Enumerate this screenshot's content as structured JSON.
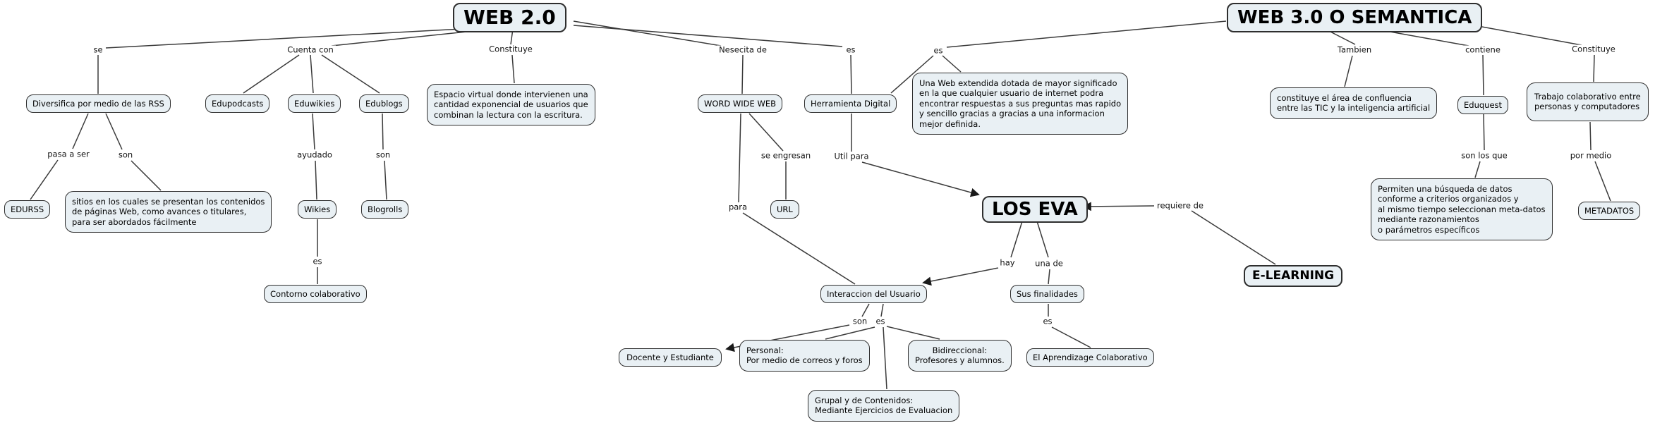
{
  "colors": {
    "background": "#ffffff",
    "node_fill": "#e9f0f4",
    "node_border": "#2e2e2e",
    "line": "#3a3a3a",
    "text": "#000000"
  },
  "concepts": {
    "web20": "WEB 2.0",
    "web30": "WEB 3.0 O SEMANTICA",
    "diversifica": "Diversifica por medio de las RSS",
    "edupodcasts": "Edupodcasts",
    "eduwikies": "Eduwikies",
    "edublogs": "Edublogs",
    "espacio_virtual": "Espacio virtual donde intervienen una\ncantidad exponencial de usuarios que\ncombinan la lectura con la escritura.",
    "word_wide_web": "WORD WIDE WEB",
    "herramienta_digital": "Herramienta Digital",
    "una_web_extendida": "Una Web extendida dotada de mayor significado\nen la que cualquier usuario de internet podra\nencontrar respuestas a sus preguntas mas rapido\ny sencillo gracias a gracias a una informacion\nmejor definida.",
    "area_confluencia": "constituye el área de confluencia\nentre las TIC y la inteligencia artificial",
    "eduquest": "Eduquest",
    "trabajo_colaborativo": "Trabajo colaborativo entre\npersonas y computadores",
    "edurss": "EDURSS",
    "sitios_rss": "sitios en los cuales se presentan los contenidos\nde páginas Web, como avances o titulares,\npara ser abordados fácilmente",
    "wikies": "Wikies",
    "blogrolls": "Blogrolls",
    "url": "URL",
    "los_eva": "LOS EVA",
    "permiten_busqueda": "Permiten una búsqueda de datos\nconforme a criterios organizados y\nal mismo tiempo seleccionan meta-datos\nmediante razonamientos\no parámetros específicos",
    "metadatos": "METADATOS",
    "contorno_colaborativo": "Contorno colaborativo",
    "interaccion_usuario": "Interaccion del Usuario",
    "sus_finalidades": "Sus finalidades",
    "e_learning": "E-LEARNING",
    "docente_estudiante": "Docente y Estudiante",
    "personal": "Personal:\nPor medio de correos y foros",
    "bidireccional": "Bidireccional:\nProfesores y alumnos.",
    "aprendizage_colaborativo": "El Aprendizage Colaborativo",
    "grupal_contenidos": "Grupal y de Contenidos:\nMediante Ejercicios de Evaluacion"
  },
  "links": {
    "se": "se",
    "cuenta_con": "Cuenta con",
    "constituye_w2": "Constituye",
    "nesecita_de": "Nesecita de",
    "es_w2": "es",
    "es_w3": "es",
    "tambien": "Tambien",
    "contiene": "contiene",
    "constituye_w3": "Constituye",
    "pasa_a_ser": "pasa  a ser",
    "son_rss": "son",
    "ayudado": "ayudado",
    "son_blogs": "son",
    "se_engresan": "se engresan",
    "util_para": "Util para",
    "son_los_que": "son los que",
    "por_medio": "por medio",
    "para": "para",
    "requiere_de": "requiere de",
    "es_wikies": "es",
    "hay": "hay",
    "una_de": "una de",
    "son_interaccion": "son",
    "es_interaccion": "es",
    "es_finalidades": "es"
  },
  "edges": [
    {
      "from": "web20",
      "label": "se",
      "to": "diversifica",
      "arrow": false
    },
    {
      "from": "web20",
      "label": "cuenta_con",
      "to": "edupodcasts",
      "arrow": false
    },
    {
      "from": "web20",
      "label": "cuenta_con",
      "to": "eduwikies",
      "arrow": false
    },
    {
      "from": "web20",
      "label": "cuenta_con",
      "to": "edublogs",
      "arrow": false
    },
    {
      "from": "web20",
      "label": "constituye_w2",
      "to": "espacio_virtual",
      "arrow": false
    },
    {
      "from": "web20",
      "label": "nesecita_de",
      "to": "word_wide_web",
      "arrow": false
    },
    {
      "from": "web20",
      "label": "es_w2",
      "to": "herramienta_digital",
      "arrow": false
    },
    {
      "from": "web30",
      "label": "es_w3",
      "to": "herramienta_digital",
      "arrow": false
    },
    {
      "from": "web30",
      "label": "es_w3",
      "to": "una_web_extendida",
      "arrow": false
    },
    {
      "from": "web30",
      "label": "tambien",
      "to": "area_confluencia",
      "arrow": false
    },
    {
      "from": "web30",
      "label": "contiene",
      "to": "eduquest",
      "arrow": false
    },
    {
      "from": "web30",
      "label": "constituye_w3",
      "to": "trabajo_colaborativo",
      "arrow": false
    },
    {
      "from": "eduquest",
      "label": "son_los_que",
      "to": "permiten_busqueda",
      "arrow": false
    },
    {
      "from": "trabajo_colaborativo",
      "label": "por_medio",
      "to": "metadatos",
      "arrow": false
    },
    {
      "from": "diversifica",
      "label": "pasa_a_ser",
      "to": "edurss",
      "arrow": false
    },
    {
      "from": "diversifica",
      "label": "son_rss",
      "to": "sitios_rss",
      "arrow": false
    },
    {
      "from": "eduwikies",
      "label": "ayudado",
      "to": "wikies",
      "arrow": false
    },
    {
      "from": "edublogs",
      "label": "son_blogs",
      "to": "blogrolls",
      "arrow": false
    },
    {
      "from": "wikies",
      "label": "es_wikies",
      "to": "contorno_colaborativo",
      "arrow": false
    },
    {
      "from": "word_wide_web",
      "label": "se_engresan",
      "to": "url",
      "arrow": false
    },
    {
      "from": "word_wide_web",
      "label": "para",
      "to": "interaccion_usuario",
      "arrow": false
    },
    {
      "from": "herramienta_digital",
      "label": "util_para",
      "to": "los_eva",
      "arrow": true
    },
    {
      "from": "e_learning",
      "label": "requiere_de",
      "to": "los_eva",
      "arrow": true
    },
    {
      "from": "los_eva",
      "label": "hay",
      "to": "interaccion_usuario",
      "arrow": true
    },
    {
      "from": "los_eva",
      "label": "una_de",
      "to": "sus_finalidades",
      "arrow": false
    },
    {
      "from": "interaccion_usuario",
      "label": "son_interaccion",
      "to": "docente_estudiante",
      "arrow": true
    },
    {
      "from": "interaccion_usuario",
      "label": "es_interaccion",
      "to": "personal",
      "arrow": false
    },
    {
      "from": "interaccion_usuario",
      "label": "es_interaccion",
      "to": "grupal_contenidos",
      "arrow": false
    },
    {
      "from": "interaccion_usuario",
      "label": "es_interaccion",
      "to": "bidireccional",
      "arrow": false
    },
    {
      "from": "sus_finalidades",
      "label": "es_finalidades",
      "to": "aprendizage_colaborativo",
      "arrow": false
    }
  ]
}
